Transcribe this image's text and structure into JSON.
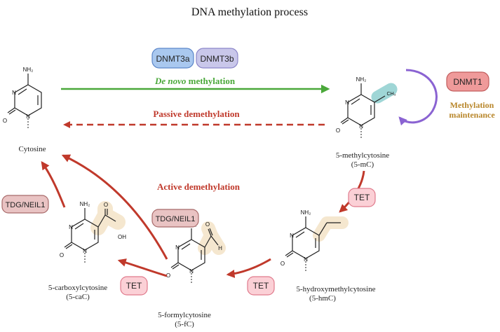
{
  "title": "DNA methylation process",
  "colors": {
    "green": "#4aa83a",
    "red": "#c0392b",
    "purple": "#8a63d2",
    "gold": "#b8862a",
    "blue_badge_fill": "#a9c8ef",
    "blue_badge_stroke": "#5b86c9",
    "lav_badge_fill": "#c9c7ea",
    "lav_badge_stroke": "#8b86c9",
    "dnmt1_fill": "#ef9a9a",
    "dnmt1_stroke": "#c25d5d",
    "pink_fill": "#fbd0d6",
    "pink_stroke": "#e07a8c",
    "rose_fill": "#e9c3c3",
    "rose_stroke": "#a86a6a",
    "methyl_highlight": "#9fd6d6",
    "group_highlight": "#f5e7cf"
  },
  "enzymes": {
    "dnmt3a": "DNMT3a",
    "dnmt3b": "DNMT3b",
    "dnmt1": "DNMT1",
    "tet1": "TET",
    "tet2": "TET",
    "tet3": "TET",
    "tdg1": "TDG/NEIL1",
    "tdg2": "TDG/NEIL1"
  },
  "processes": {
    "de_novo_italic": "De novo",
    "de_novo_rest": "methylation",
    "passive": "Passive demethylation",
    "active": "Active demethylation",
    "maintenance_line1": "Methylation",
    "maintenance_line2": "maintenance"
  },
  "molecules": {
    "cytosine": {
      "name": "Cytosine"
    },
    "methyl": {
      "name": "5-methylcytosine",
      "abbr": "(5-mC)"
    },
    "hydroxymethyl": {
      "name": "5-hydroxymethylcytosine",
      "abbr": "(5-hmC)"
    },
    "formyl": {
      "name": "5-formylcytosine",
      "abbr": "(5-fC)"
    },
    "carboxyl": {
      "name": "5-carboxylcytosine",
      "abbr": "(5-caC)"
    }
  },
  "atoms": {
    "nh2": "NH₂",
    "n": "N",
    "o": "O",
    "ch3": "CH₃",
    "oh": "OH",
    "h": "H"
  }
}
